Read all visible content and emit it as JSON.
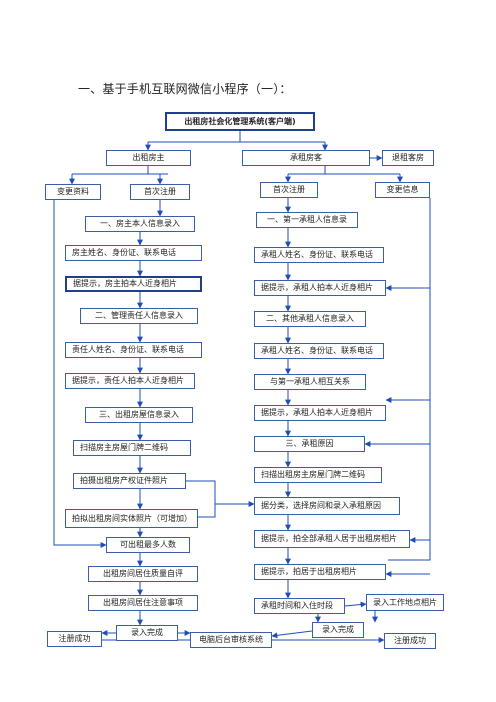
{
  "heading": "一、基于手机互联网微信小程序（一）：",
  "flowchart": {
    "title": "出租房社会化管理系统(客户端)",
    "landlord": {
      "branch": "出租房主",
      "change": "变更资料",
      "first_register": "首次注册",
      "step1": "一、房主本人信息录入",
      "step1_fields": "房主姓名、身份证、联系电话",
      "step1_photo": "据提示，房主拍本人近身相片",
      "step2": "二、管理责任人信息录入",
      "step2_fields": "责任人姓名、身份证、联系电话",
      "step2_photo": "据提示，责任人拍本人近身相片",
      "step3": "三、出租房屋信息录入",
      "scan_plate": "扫描房主房屋门牌二维码",
      "photo_cert": "拍摄出租房产权证件照片",
      "photo_rooms": "拍拟出租房间实体照片（可增加）",
      "max_tenants": "可出租最多人数",
      "quality_review": "出租房间居住质量自评",
      "notices": "出租房间居住注意事项",
      "entry_done": "录入完成",
      "register_success": "注册成功"
    },
    "tenant": {
      "branch": "承租房客",
      "checkout": "退租客房",
      "first_register": "首次注册",
      "change": "变更信息",
      "step1": "一、第一承租人信息录",
      "step1_fields": "承租人姓名、身份证、联系电话",
      "step1_photo": "据提示，承租人拍本人近身相片",
      "step2": "二、其他承租人信息录入",
      "step2_fields": "承租人姓名、身份证、联系电话",
      "relation": "与第一承租人相互关系",
      "step2_photo": "据提示，承租人拍本人近身相片",
      "step3": "三、承租原因",
      "scan_plate": "扫描出租房主房屋门牌二维码",
      "classify": "据分类，选择房间和录入承租原因",
      "photo_all": "据提示，拍全部承租人居于出租房相片",
      "photo_live": "据提示，拍居于出租房相片",
      "time_entry": "承租时间和入住时段",
      "work_photo": "录入工作地点相片",
      "entry_done": "录入完成",
      "register_success": "注册成功"
    },
    "backend": "电脑后台审核系统"
  }
}
